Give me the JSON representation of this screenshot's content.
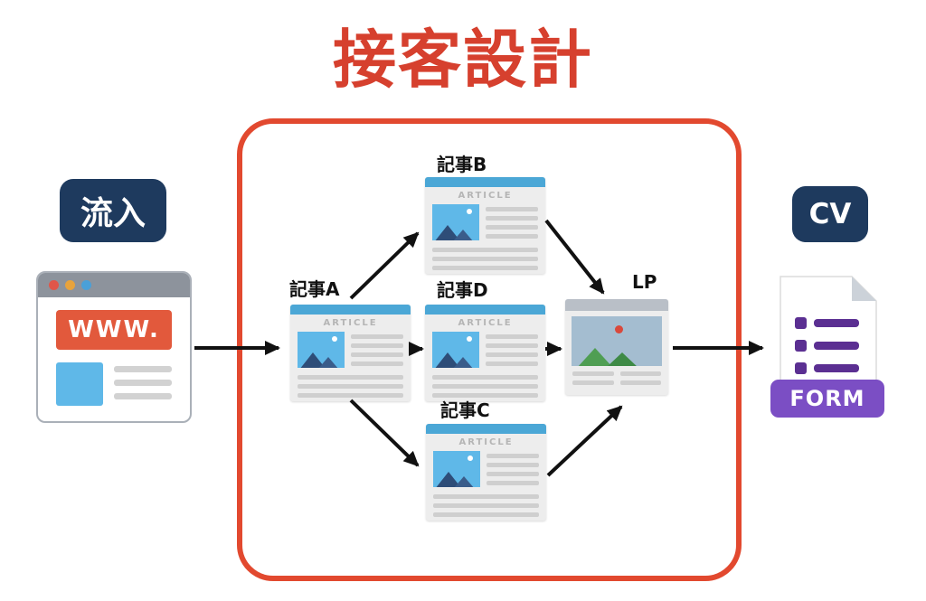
{
  "title": "接客設計",
  "colors": {
    "accent_red": "#D6402E",
    "box_red": "#E2492F",
    "navy": "#1E3A5E",
    "blue": "#4BA7D6",
    "orange": "#E2593C",
    "purple": "#7B4EC4",
    "purple_dark": "#5B2F92"
  },
  "inflow_badge": "流入",
  "cv_badge": "CV",
  "browser": {
    "url_text": "WWW."
  },
  "article_header": "ARTICLE",
  "articles": [
    {
      "id": "a",
      "label": "記事A"
    },
    {
      "id": "b",
      "label": "記事B"
    },
    {
      "id": "c",
      "label": "記事C"
    },
    {
      "id": "d",
      "label": "記事D"
    }
  ],
  "lp_label": "LP",
  "form_label": "FORM",
  "edges": [
    {
      "from": "www-browser",
      "to": "article-a"
    },
    {
      "from": "article-a",
      "to": "article-b"
    },
    {
      "from": "article-a",
      "to": "article-d"
    },
    {
      "from": "article-a",
      "to": "article-c"
    },
    {
      "from": "article-b",
      "to": "lp"
    },
    {
      "from": "article-d",
      "to": "lp"
    },
    {
      "from": "article-c",
      "to": "lp"
    },
    {
      "from": "lp",
      "to": "form"
    }
  ]
}
